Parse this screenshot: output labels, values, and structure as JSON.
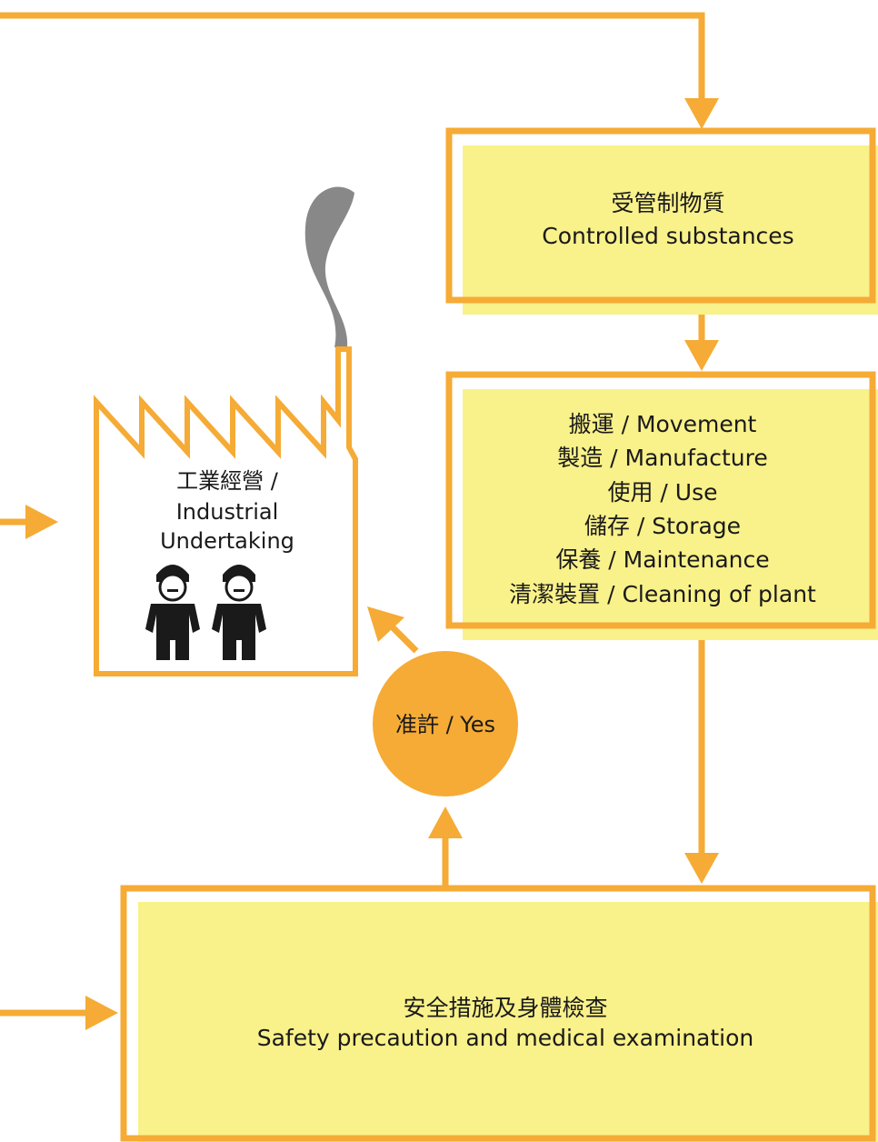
{
  "colors": {
    "line": "#f5ab35",
    "box_fill": "#f9f18a",
    "smoke": "#888888",
    "worker": "#1a1a1a",
    "text": "#1a1a1a"
  },
  "controlled_substances": {
    "zh": "受管制物質",
    "en": "Controlled substances"
  },
  "activities": [
    "搬運 / Movement",
    "製造 / Manufacture",
    "使用 / Use",
    "儲存 / Storage",
    "保養 / Maintenance",
    "清潔裝置 / Cleaning of plant"
  ],
  "factory": {
    "label_lines": [
      "工業經營 /",
      "Industrial",
      "Undertaking"
    ],
    "icons": [
      "factory-icon",
      "smoke-icon",
      "worker-icon"
    ]
  },
  "approval": {
    "label": "准許 / Yes"
  },
  "safety": {
    "zh": "安全措施及身體檢查",
    "en": "Safety precaution and medical examination"
  }
}
